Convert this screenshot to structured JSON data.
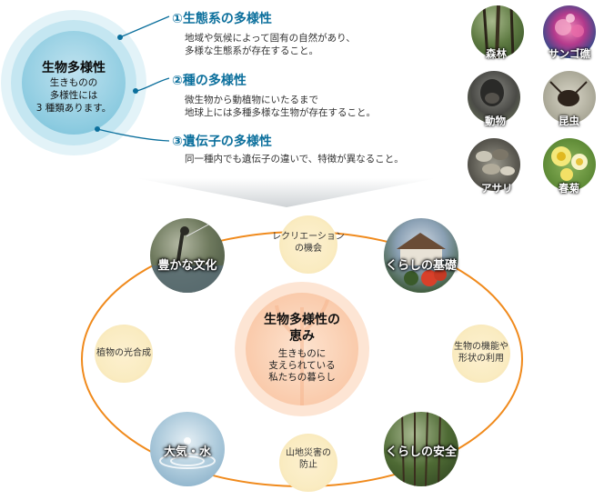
{
  "biodiversity": {
    "title": "生物多様性",
    "body": "生きものの\n多様性には\n3 種類あります。"
  },
  "levels": [
    {
      "heading": "①生態系の多様性",
      "description": "地域や気候によって固有の自然があり、\n多様な生態系が存在すること。"
    },
    {
      "heading": "②種の多様性",
      "description": "微生物から動植物にいたるまで\n地球上には多種多様な生物が存在すること。"
    },
    {
      "heading": "③遺伝子の多様性",
      "description": "同一種内でも遺伝子の違いで、特徴が異なること。"
    }
  ],
  "examples": [
    "森林",
    "サンゴ礁",
    "動物",
    "昆虫",
    "アサリ",
    "春菊"
  ],
  "benefits": {
    "center_title": "生物多様性の\n恵み",
    "center_body": "生きものに\n支えられている\n私たちの暮らし",
    "nodes": [
      "豊かな文化",
      "くらしの基礎",
      "大気・水",
      "くらしの安全"
    ],
    "links": [
      "レクリエーション\nの機会",
      "植物の光合成",
      "生物の機能や\n形状の利用",
      "山地災害の\n防止"
    ]
  }
}
